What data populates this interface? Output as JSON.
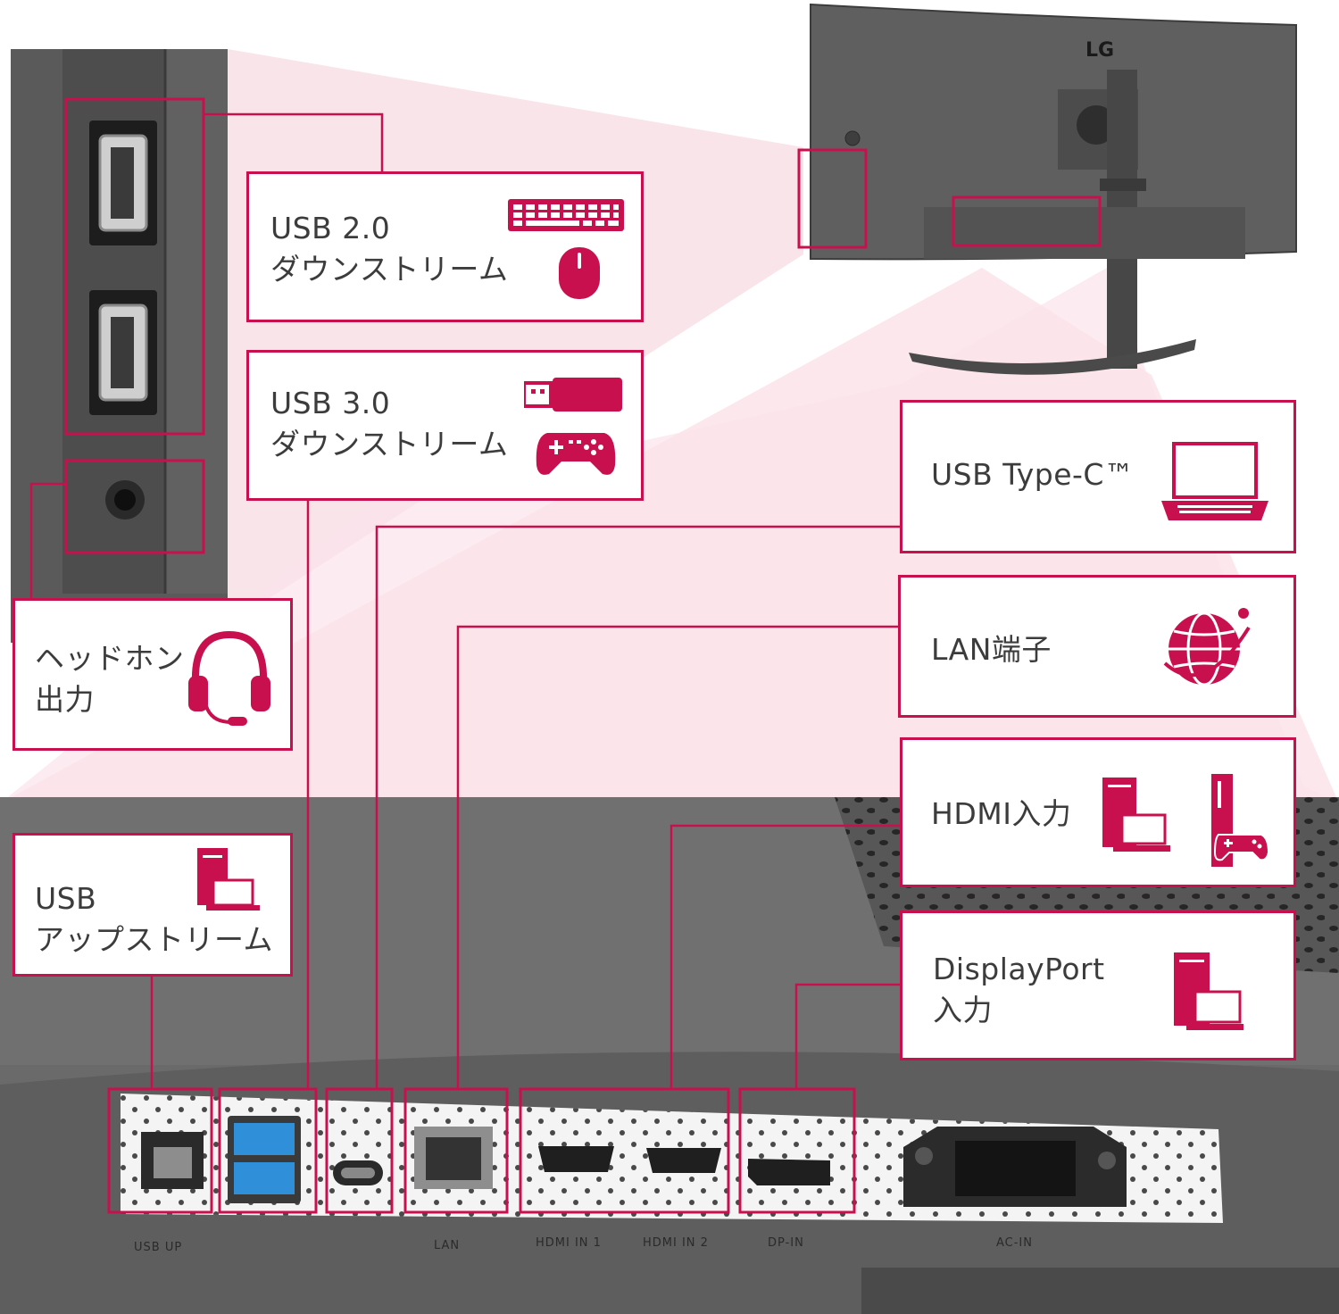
{
  "accent_color": "#c8104f",
  "brand_logo": "LG",
  "callouts": {
    "usb2": {
      "label": "USB 2.0\nダウンストリーム",
      "icons": [
        "keyboard-icon",
        "mouse-icon"
      ]
    },
    "usb3": {
      "label": "USB 3.0\nダウンストリーム",
      "icons": [
        "usb-stick-icon",
        "gamepad-icon"
      ]
    },
    "headphone": {
      "label": "ヘッドホン\n出力",
      "icons": [
        "headphones-icon"
      ]
    },
    "usb_up": {
      "label": "USB\nアップストリーム",
      "icons": [
        "desktop-pc-icon"
      ]
    },
    "usb_c": {
      "label": "USB Type-C™",
      "icons": [
        "laptop-icon"
      ]
    },
    "lan": {
      "label": "LAN端子",
      "icons": [
        "globe-network-icon"
      ]
    },
    "hdmi": {
      "label": "HDMI入力",
      "icons": [
        "desktop-pc-icon",
        "game-console-icon"
      ]
    },
    "dp": {
      "label": "DisplayPort\n入力",
      "icons": [
        "desktop-pc-icon"
      ]
    }
  },
  "port_labels": [
    "USB UP",
    "LAN",
    "HDMI IN 1",
    "HDMI IN 2",
    "DP-IN",
    "AC-IN"
  ]
}
